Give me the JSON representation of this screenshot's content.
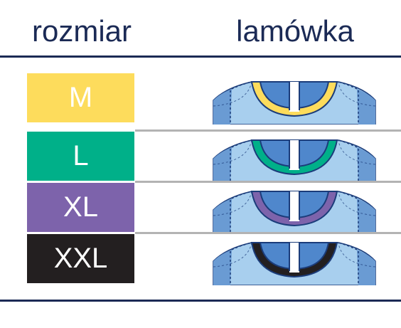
{
  "header": {
    "size_label": "rozmiar",
    "binding_label": "lamówka"
  },
  "rows": [
    {
      "size": "M",
      "color": "#fddc5c"
    },
    {
      "size": "L",
      "color": "#00b089"
    },
    {
      "size": "XL",
      "color": "#7d63ab"
    },
    {
      "size": "XXL",
      "color": "#231f20"
    }
  ],
  "garment": {
    "body_color": "#a8cfee",
    "sleeve_color": "#6a9bd3",
    "inner_color": "#4f87cc",
    "outline_color": "#1b3c7a",
    "icon": "t-shirt-collar-icon"
  }
}
